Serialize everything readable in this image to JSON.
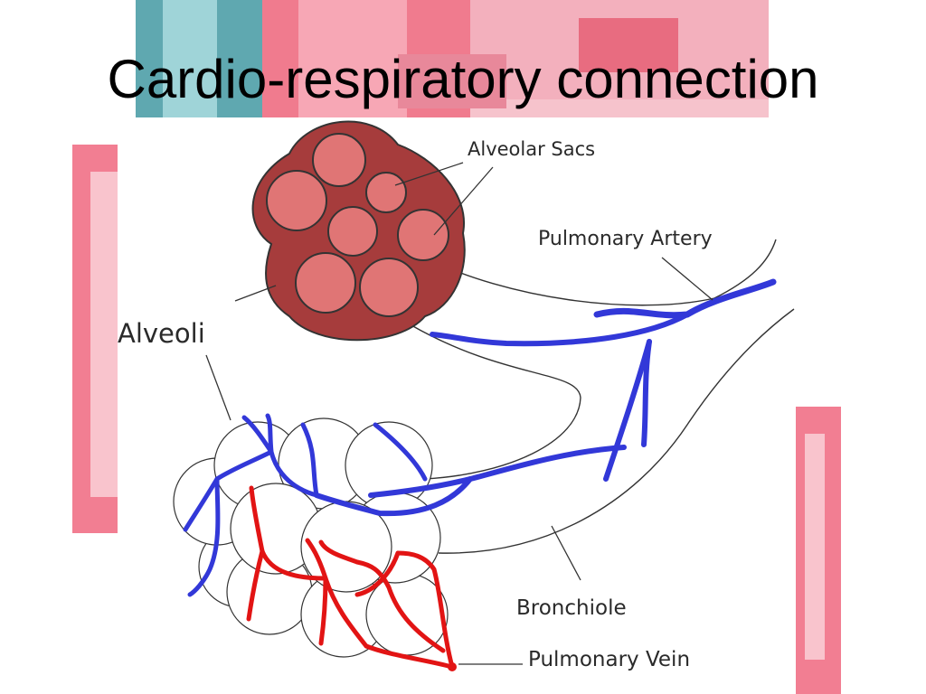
{
  "slide": {
    "title": "Cardio-respiratory connection"
  },
  "labels": {
    "alveolar_sacs": "Alveolar Sacs",
    "pulmonary_artery": "Pulmonary Artery",
    "alveoli": "Alveoli",
    "bronchiole": "Bronchiole",
    "pulmonary_vein": "Pulmonary Vein"
  },
  "colors": {
    "artery_vessel": "#3238d8",
    "vein_vessel": "#e21414",
    "sac_outer": "#a63c3c",
    "sac_inner": "#e07575",
    "background_art": "#f07b8e"
  }
}
